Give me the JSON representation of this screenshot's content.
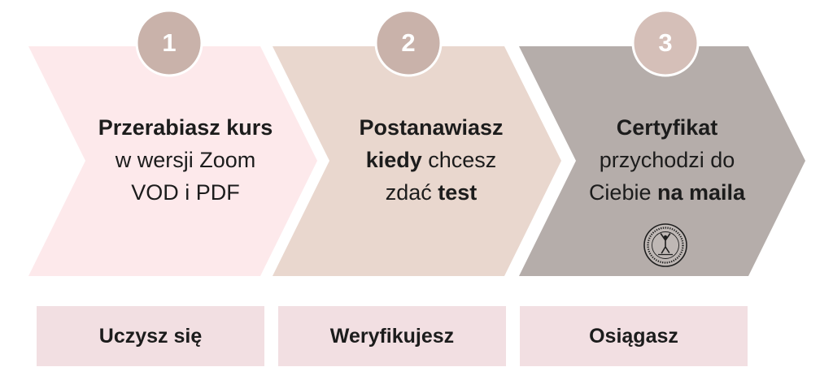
{
  "colors": {
    "step1_fill": "#fde9eb",
    "step2_fill": "#e9d7ce",
    "step3_fill": "#b5adaa",
    "badge_fill": "#c9b2aa",
    "badge3_fill": "#d5bfb8",
    "badge_text": "#ffffff",
    "label_box_fill": "#f2dfe2",
    "text": "#1c1c1c",
    "seal_fill": "#bfb8b5",
    "seal_ink": "#1e1e1e"
  },
  "steps": [
    {
      "number": "1",
      "title": "Przerabiasz kurs",
      "line2": "w wersji Zoom",
      "line3": "VOD i PDF",
      "label": "Uczysz się"
    },
    {
      "number": "2",
      "title": "Postanawiasz",
      "line2_bold": "kiedy",
      "line2": "chcesz",
      "line3": "zdać",
      "line3_bold": "test",
      "label": "Weryfikujesz"
    },
    {
      "number": "3",
      "title": "Certyfikat",
      "line2": "przychodzi do",
      "line3": "Ciebie",
      "line3_bold": "na maila",
      "label": "Osiągasz",
      "logo": "seal-logo"
    }
  ]
}
